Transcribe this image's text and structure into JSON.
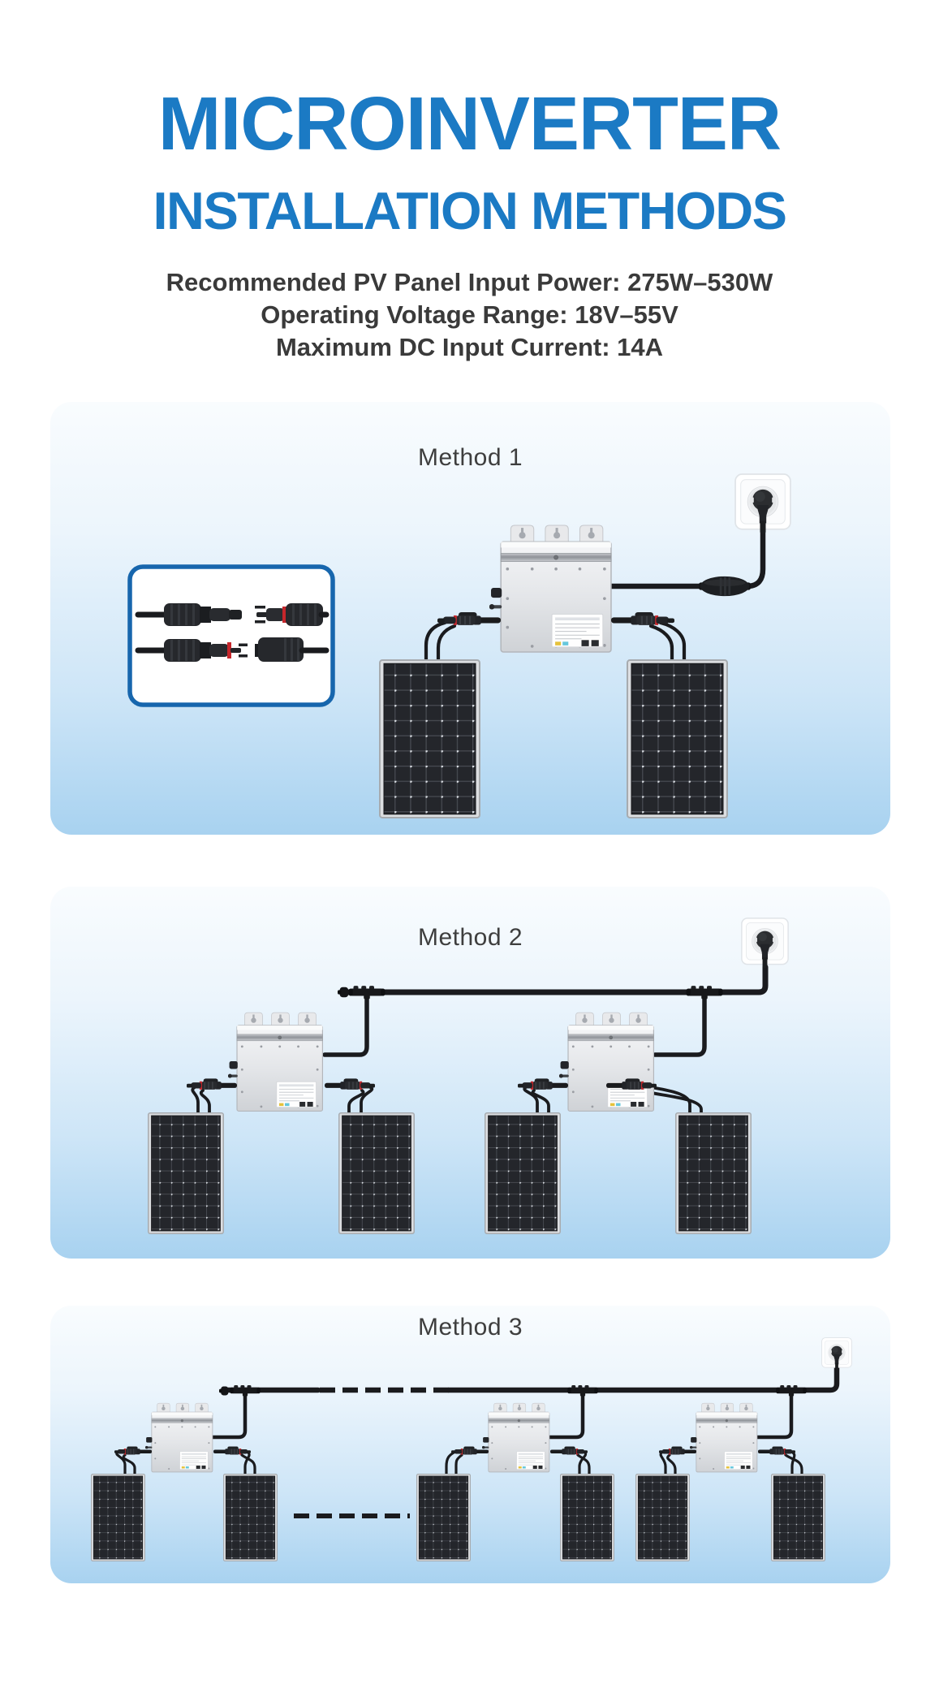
{
  "page": {
    "background": "#ffffff",
    "accent_blue": "#1b7ac4",
    "panel_gradient_top": "#f9fcfe",
    "panel_gradient_bottom": "#a8d2f0",
    "cable_color": "#1a1b1e",
    "inset_border_blue": "#1766ad"
  },
  "header": {
    "title_line1": "MICROINVERTER",
    "title_line2": "INSTALLATION METHODS",
    "specs": [
      "Recommended PV Panel Input Power: 275W–530W",
      "Operating Voltage Range: 18V–55V",
      "Maximum DC Input Current: 14A"
    ]
  },
  "sections": [
    {
      "label": "Method 1",
      "microinverters": 1,
      "solar_panels": 2,
      "wall_socket": true,
      "connector_kit_inset": true,
      "dashed_extension": false
    },
    {
      "label": "Method 2",
      "microinverters": 2,
      "solar_panels": 4,
      "wall_socket": true,
      "connector_kit_inset": false,
      "dashed_extension": false
    },
    {
      "label": "Method 3",
      "microinverters": 3,
      "solar_panels": 6,
      "wall_socket": true,
      "connector_kit_inset": false,
      "dashed_extension": true
    }
  ]
}
